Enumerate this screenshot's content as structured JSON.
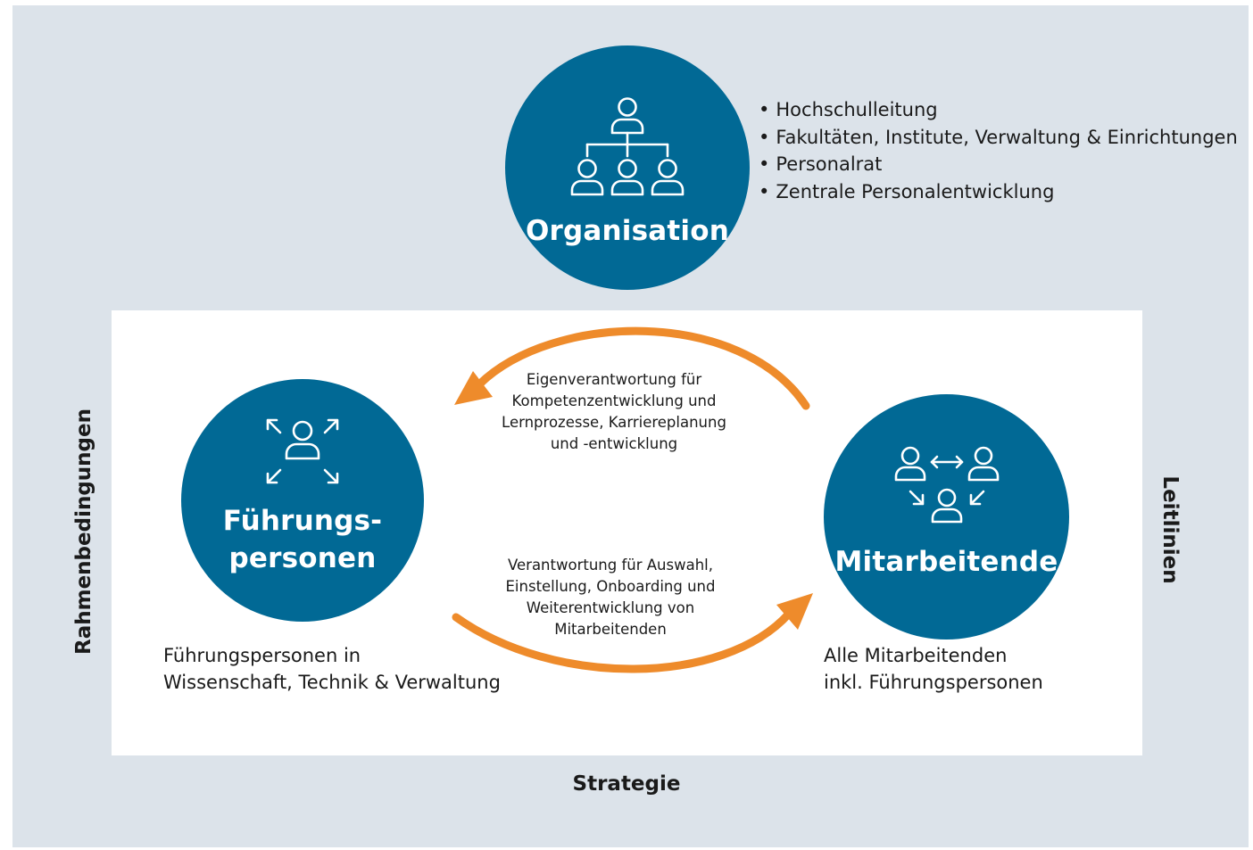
{
  "organisation": {
    "title": "Organisation",
    "icon": "org-hierarchy-icon",
    "items": [
      "Hochschulleitung",
      "Fakultäten, Institute, Verwaltung & Einrichtungen",
      "Personalrat",
      "Zentrale Personalentwicklung"
    ]
  },
  "leaders": {
    "title": "Führungs-\npersonen",
    "icon": "person-expand-arrows-icon",
    "description": "Führungspersonen in\nWissenschaft, Technik & Verwaltung"
  },
  "employees": {
    "title": "Mitarbeitende",
    "icon": "people-exchange-icon",
    "description": "Alle Mitarbeitenden\ninkl. Führungspersonen"
  },
  "arrows": {
    "top_text": "Eigenverantwortung für\nKompetenzentwicklung und\nLernprozesse, Karriereplanung\nund -entwicklung",
    "bottom_text": "Verantwortung für Auswahl,\nEinstellung, Onboarding und\nWeiterentwicklung von\nMitarbeitenden"
  },
  "frame": {
    "left": "Rahmenbedingungen",
    "right": "Leitlinien",
    "bottom": "Strategie"
  },
  "colors": {
    "circle": "#016995",
    "arrow": "#ee8b2b",
    "background": "#dce3ea"
  }
}
